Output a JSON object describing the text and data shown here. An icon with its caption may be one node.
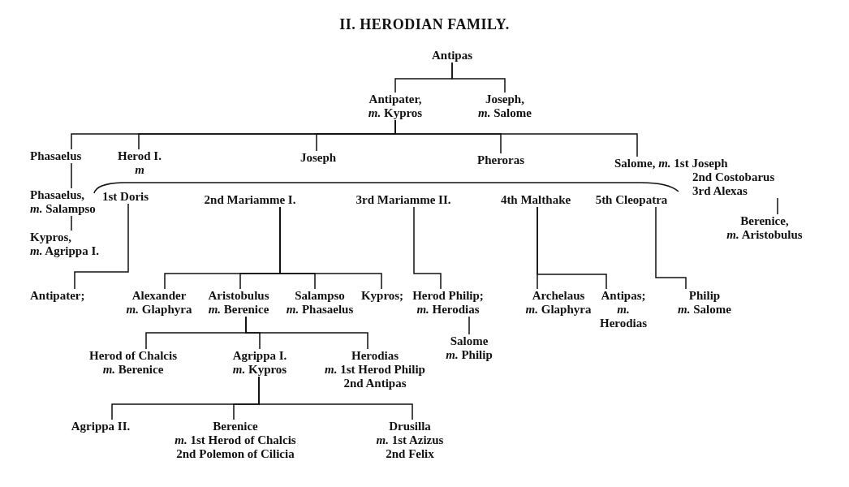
{
  "diagram": {
    "title": "II. HERODIAN FAMILY.",
    "nodes": [
      {
        "text": [
          "Antipas"
        ]
      },
      {
        "text": [
          "Antipater,",
          "*m.* Kypros"
        ]
      },
      {
        "text": [
          "Joseph,",
          "*m.* Salome"
        ]
      },
      {
        "text": [
          "Phasaelus"
        ]
      },
      {
        "text": [
          "Herod I.",
          "m"
        ]
      },
      {
        "text": [
          "Joseph"
        ]
      },
      {
        "text": [
          "Pheroras"
        ]
      },
      {
        "text": [
          "Salome, *m.* 1st Joseph",
          "2nd Costobarus",
          "3rd Alexas"
        ]
      },
      {
        "text": [
          "Phasaelus,",
          "*m.* Salampso"
        ]
      },
      {
        "text": [
          "1st Doris"
        ]
      },
      {
        "text": [
          "2nd Mariamme I."
        ]
      },
      {
        "text": [
          "3rd Mariamme II."
        ]
      },
      {
        "text": [
          "4th Malthake"
        ]
      },
      {
        "text": [
          "5th Cleopatra"
        ]
      },
      {
        "text": [
          "Berenice,",
          "*m.* Aristobulus"
        ]
      },
      {
        "text": [
          "Kypros,",
          "*m.* Agrippa I."
        ]
      },
      {
        "text": [
          "Antipater;"
        ]
      },
      {
        "text": [
          "Alexander",
          "*m.* Glaphyra"
        ]
      },
      {
        "text": [
          "Aristobulus",
          "*m.* Berenice"
        ]
      },
      {
        "text": [
          "Salampso",
          "*m.* Phasaelus"
        ]
      },
      {
        "text": [
          "Kypros;"
        ]
      },
      {
        "text": [
          "Herod Philip;",
          "*m.* Herodias"
        ]
      },
      {
        "text": [
          "Archelaus",
          "*m.* Glaphyra"
        ]
      },
      {
        "text": [
          "Antipas;",
          "*m.*",
          "Herodias"
        ]
      },
      {
        "text": [
          "Philip",
          "*m.* Salome"
        ]
      },
      {
        "text": [
          "Salome",
          "*m.* Philip"
        ]
      },
      {
        "text": [
          "Herod of Chalcis",
          "*m.* Berenice"
        ]
      },
      {
        "text": [
          "Agrippa I.",
          "*m.* Kypros"
        ]
      },
      {
        "text": [
          "Herodias",
          "*m.* 1st Herod Philip",
          "2nd Antipas"
        ]
      },
      {
        "text": [
          "Agrippa II."
        ]
      },
      {
        "text": [
          "Berenice",
          "*m.* 1st Herod of Chalcis",
          "2nd Polemon of Cilicia"
        ]
      },
      {
        "text": [
          "Drusilla",
          "*m.* 1st Azizus",
          "2nd Felix"
        ]
      }
    ],
    "edges": [
      {
        "from": 0,
        "to": 1,
        "arrow": "none"
      },
      {
        "from": 0,
        "to": 2,
        "arrow": "none"
      },
      {
        "from": 1,
        "to": 3,
        "arrow": "none"
      },
      {
        "from": 1,
        "to": 4,
        "arrow": "none"
      },
      {
        "from": 1,
        "to": 5,
        "arrow": "none"
      },
      {
        "from": 1,
        "to": 6,
        "arrow": "none"
      },
      {
        "from": 1,
        "to": 7,
        "arrow": "none"
      },
      {
        "from": 3,
        "to": 8,
        "arrow": "none"
      },
      {
        "from": 8,
        "to": 15,
        "arrow": "none"
      },
      {
        "from": 7,
        "to": 14,
        "arrow": "none"
      },
      {
        "from": 9,
        "to": 16,
        "arrow": "none"
      },
      {
        "from": 10,
        "to": 17,
        "arrow": "none"
      },
      {
        "from": 10,
        "to": 18,
        "arrow": "none"
      },
      {
        "from": 10,
        "to": 19,
        "arrow": "none"
      },
      {
        "from": 10,
        "to": 20,
        "arrow": "none"
      },
      {
        "from": 11,
        "to": 21,
        "arrow": "none"
      },
      {
        "from": 21,
        "to": 25,
        "arrow": "none"
      },
      {
        "from": 12,
        "to": 22,
        "arrow": "none"
      },
      {
        "from": 12,
        "to": 23,
        "arrow": "none"
      },
      {
        "from": 13,
        "to": 24,
        "arrow": "none"
      },
      {
        "from": 18,
        "to": 26,
        "arrow": "none"
      },
      {
        "from": 18,
        "to": 27,
        "arrow": "none"
      },
      {
        "from": 18,
        "to": 28,
        "arrow": "none"
      },
      {
        "from": 27,
        "to": 29,
        "arrow": "none"
      },
      {
        "from": 27,
        "to": 30,
        "arrow": "none"
      },
      {
        "from": 27,
        "to": 31,
        "arrow": "none"
      }
    ]
  }
}
